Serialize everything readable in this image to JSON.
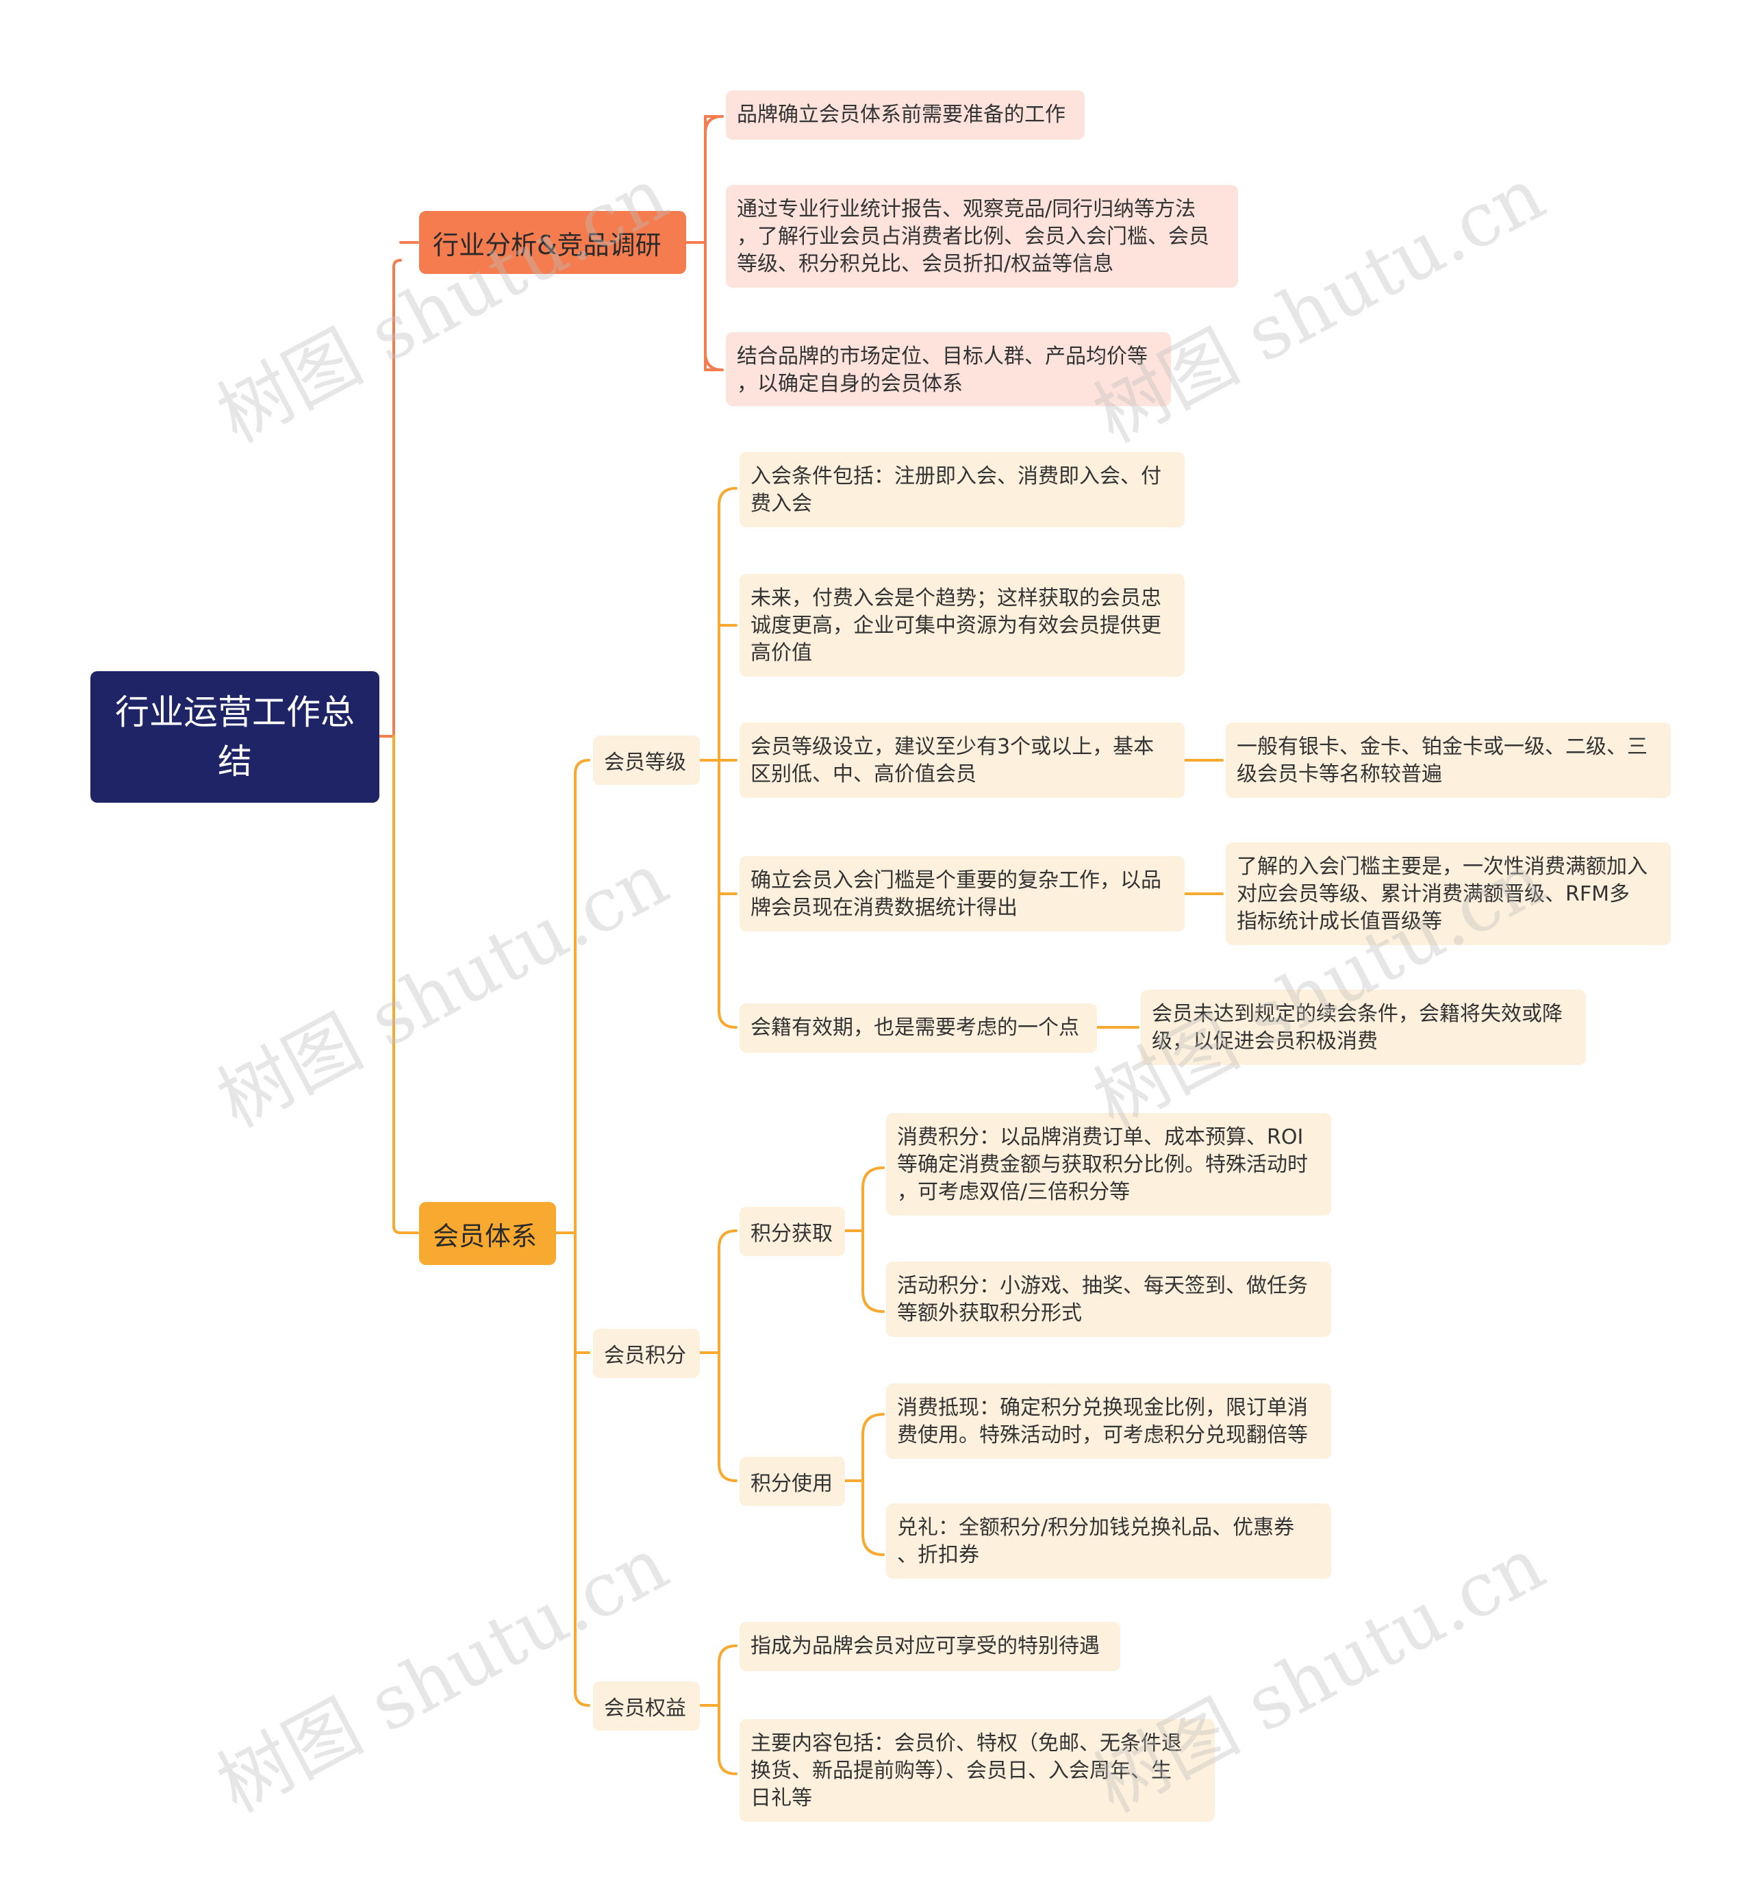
{
  "root": {
    "line1": "行业运营工作总",
    "line2": "结"
  },
  "branch1": {
    "title": "行业分析&竞品调研",
    "items": [
      {
        "lines": [
          "品牌确立会员体系前需要准备的工作"
        ]
      },
      {
        "lines": [
          "通过专业行业统计报告、观察竞品/同行归纳等方法",
          "，了解行业会员占消费者比例、会员入会门槛、会员",
          "等级、积分积兑比、会员折扣/权益等信息"
        ]
      },
      {
        "lines": [
          "结合品牌的市场定位、目标人群、产品均价等",
          "，以确定自身的会员体系"
        ]
      }
    ]
  },
  "branch2": {
    "title": "会员体系",
    "grade": {
      "title": "会员等级",
      "items": [
        {
          "lines": [
            "入会条件包括：注册即入会、消费即入会、付",
            "费入会"
          ]
        },
        {
          "lines": [
            "未来，付费入会是个趋势；这样获取的会员忠",
            "诚度更高，企业可集中资源为有效会员提供更",
            "高价值"
          ]
        },
        {
          "lines": [
            "会员等级设立，建议至少有3个或以上，基本",
            "区别低、中、高价值会员"
          ],
          "child": {
            "lines": [
              "一般有银卡、金卡、铂金卡或一级、二级、三",
              "级会员卡等名称较普遍"
            ]
          }
        },
        {
          "lines": [
            "确立会员入会门槛是个重要的复杂工作，以品",
            "牌会员现在消费数据统计得出"
          ],
          "child": {
            "lines": [
              "了解的入会门槛主要是，一次性消费满额加入",
              "对应会员等级、累计消费满额晋级、RFM多",
              "指标统计成长值晋级等"
            ]
          }
        },
        {
          "lines": [
            "会籍有效期，也是需要考虑的一个点"
          ],
          "child": {
            "lines": [
              "会员未达到规定的续会条件，会籍将失效或降",
              "级，以促进会员积极消费"
            ]
          }
        }
      ]
    },
    "points": {
      "title": "会员积分",
      "earn": {
        "title": "积分获取",
        "items": [
          {
            "lines": [
              "消费积分：以品牌消费订单、成本预算、ROI",
              "等确定消费金额与获取积分比例。特殊活动时",
              "，可考虑双倍/三倍积分等"
            ]
          },
          {
            "lines": [
              "活动积分：小游戏、抽奖、每天签到、做任务",
              "等额外获取积分形式"
            ]
          }
        ]
      },
      "use": {
        "title": "积分使用",
        "items": [
          {
            "lines": [
              "消费抵现：确定积分兑换现金比例，限订单消",
              "费使用。特殊活动时，可考虑积分兑现翻倍等"
            ]
          },
          {
            "lines": [
              "兑礼：全额积分/积分加钱兑换礼品、优惠券",
              "、折扣券"
            ]
          }
        ]
      }
    },
    "rights": {
      "title": "会员权益",
      "items": [
        {
          "lines": [
            "指成为品牌会员对应可享受的特别待遇"
          ]
        },
        {
          "lines": [
            "主要内容包括：会员价、特权（免邮、无条件退",
            "换货、新品提前购等）、会员日、入会周年、生",
            "日礼等"
          ]
        }
      ]
    }
  },
  "colors": {
    "root": "#1e2466",
    "orange": "#f47c4e",
    "yellow": "#f8a930",
    "pink": "#fde3dc",
    "cream": "#fdf0dc"
  },
  "watermark": "树图 shutu.cn"
}
